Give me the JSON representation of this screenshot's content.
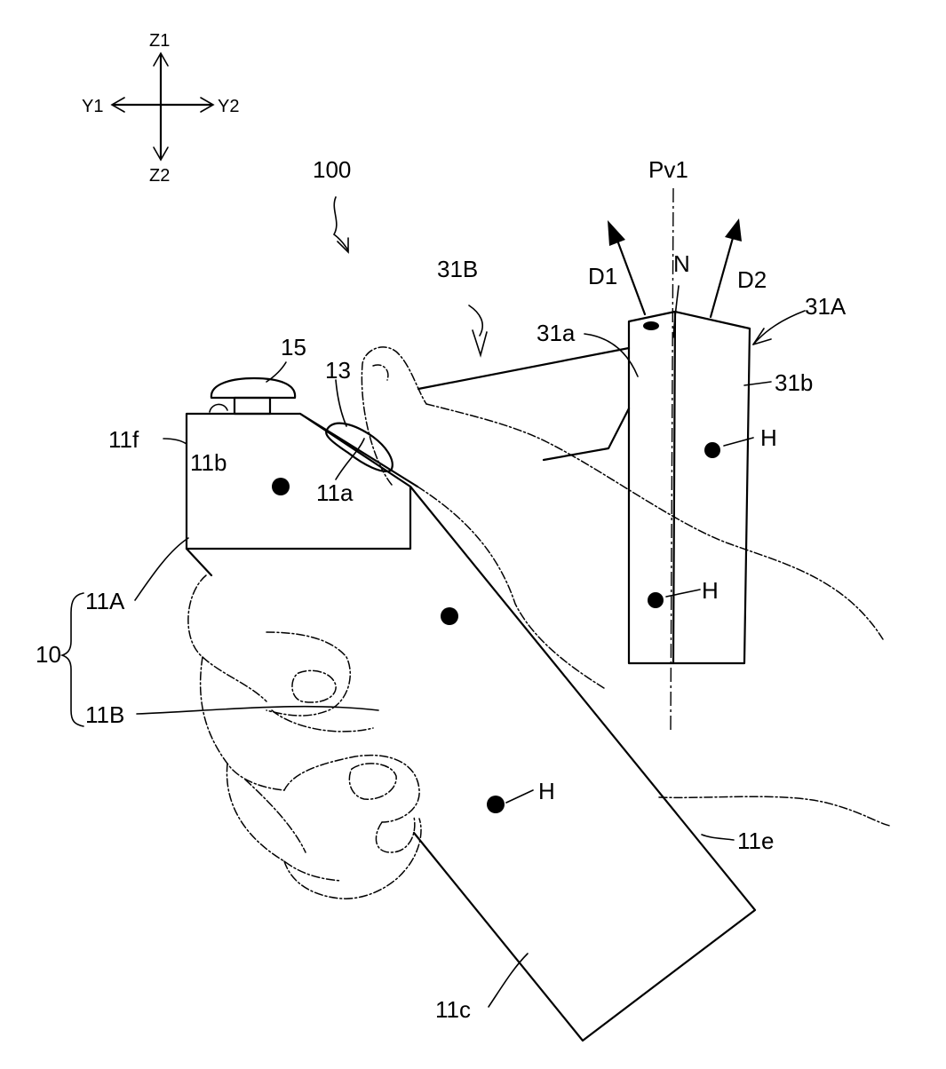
{
  "axes": {
    "z1": "Z1",
    "z2": "Z2",
    "y1": "Y1",
    "y2": "Y2"
  },
  "labels": {
    "assembly": "100",
    "plane": "Pv1",
    "dir1": "D1",
    "dir2": "D2",
    "n": "N",
    "part31B": "31B",
    "part31A": "31A",
    "part31a": "31a",
    "part31b": "31b",
    "h1": "H",
    "h2": "H",
    "h3": "H",
    "part15": "15",
    "part13": "13",
    "part11f": "11f",
    "part11b": "11b",
    "part11a": "11a",
    "part11A": "11A",
    "part10": "10",
    "part11B": "11B",
    "part11e": "11e",
    "part11c": "11c"
  }
}
